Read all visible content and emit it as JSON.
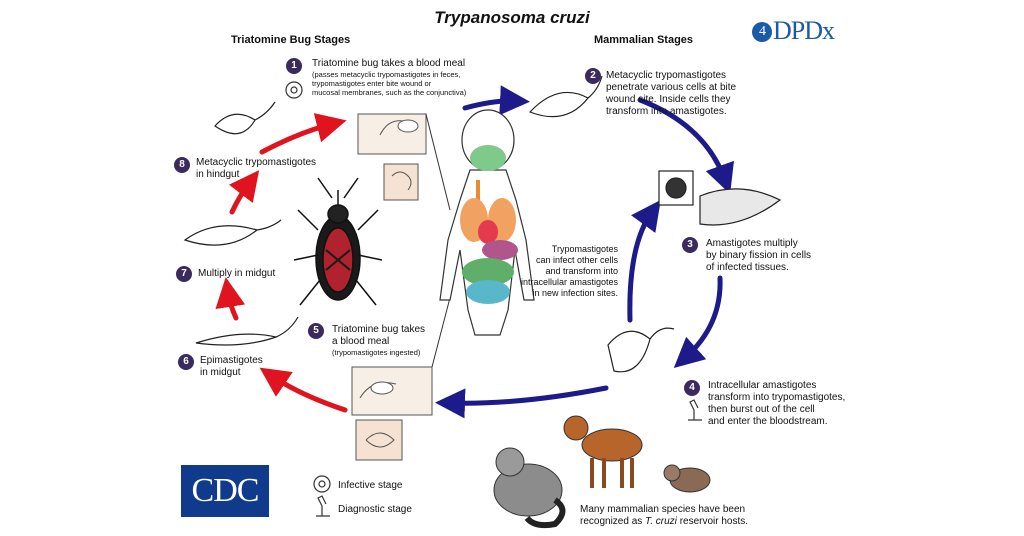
{
  "title": "Trypanosoma cruzi",
  "headers": {
    "bug": "Triatomine Bug Stages",
    "mammal": "Mammalian Stages"
  },
  "logos": {
    "dpdx": "DPDx",
    "dpdx_mark": "4",
    "cdc": "CDC"
  },
  "steps": [
    {
      "num": "1",
      "line1": "Triatomine bug takes a blood meal",
      "line2": "(passes metacyclic trypomastigotes in feces,",
      "line3": "trypomastigotes enter bite wound or",
      "line4": "mucosal membranes, such as the conjunctiva)"
    },
    {
      "num": "2",
      "line1": "Metacyclic trypomastigotes",
      "line2": "penetrate various cells at bite",
      "line3": "wound site.  Inside cells they",
      "line4": "transform into amastigotes."
    },
    {
      "num": "3",
      "line1": "Amastigotes multiply",
      "line2": "by binary fission in cells",
      "line3": "of infected tissues."
    },
    {
      "num": "4",
      "line1": "Intracellular amastigotes",
      "line2": "transform into trypomastigotes,",
      "line3": "then burst out of the cell",
      "line4": "and enter the bloodstream."
    },
    {
      "num": "5",
      "line1": "Triatomine bug takes",
      "line2": "a blood meal",
      "line3": "(trypomastigotes ingested)"
    },
    {
      "num": "6",
      "line1": "Epimastigotes",
      "line2": "in midgut"
    },
    {
      "num": "7",
      "line1": "Multiply in midgut"
    },
    {
      "num": "8",
      "line1": "Metacyclic trypomastigotes",
      "line2": "in hindgut"
    }
  ],
  "center_note": [
    "Trypomastigotes",
    "can infect other cells",
    "and transform into",
    "intracellular amastigotes",
    "in new infection sites."
  ],
  "legend": {
    "infective": "Infective stage",
    "diagnostic": "Diagnostic stage"
  },
  "reservoir_note": {
    "line1": "Many mammalian species have been",
    "line2_pre": "recognized as ",
    "line2_em": "T. cruzi",
    "line2_post": " reservoir hosts."
  },
  "colors": {
    "bug_arrow": "#e0141e",
    "mammal_arrow": "#1d1a8a",
    "badge": "#3b2a5e"
  }
}
